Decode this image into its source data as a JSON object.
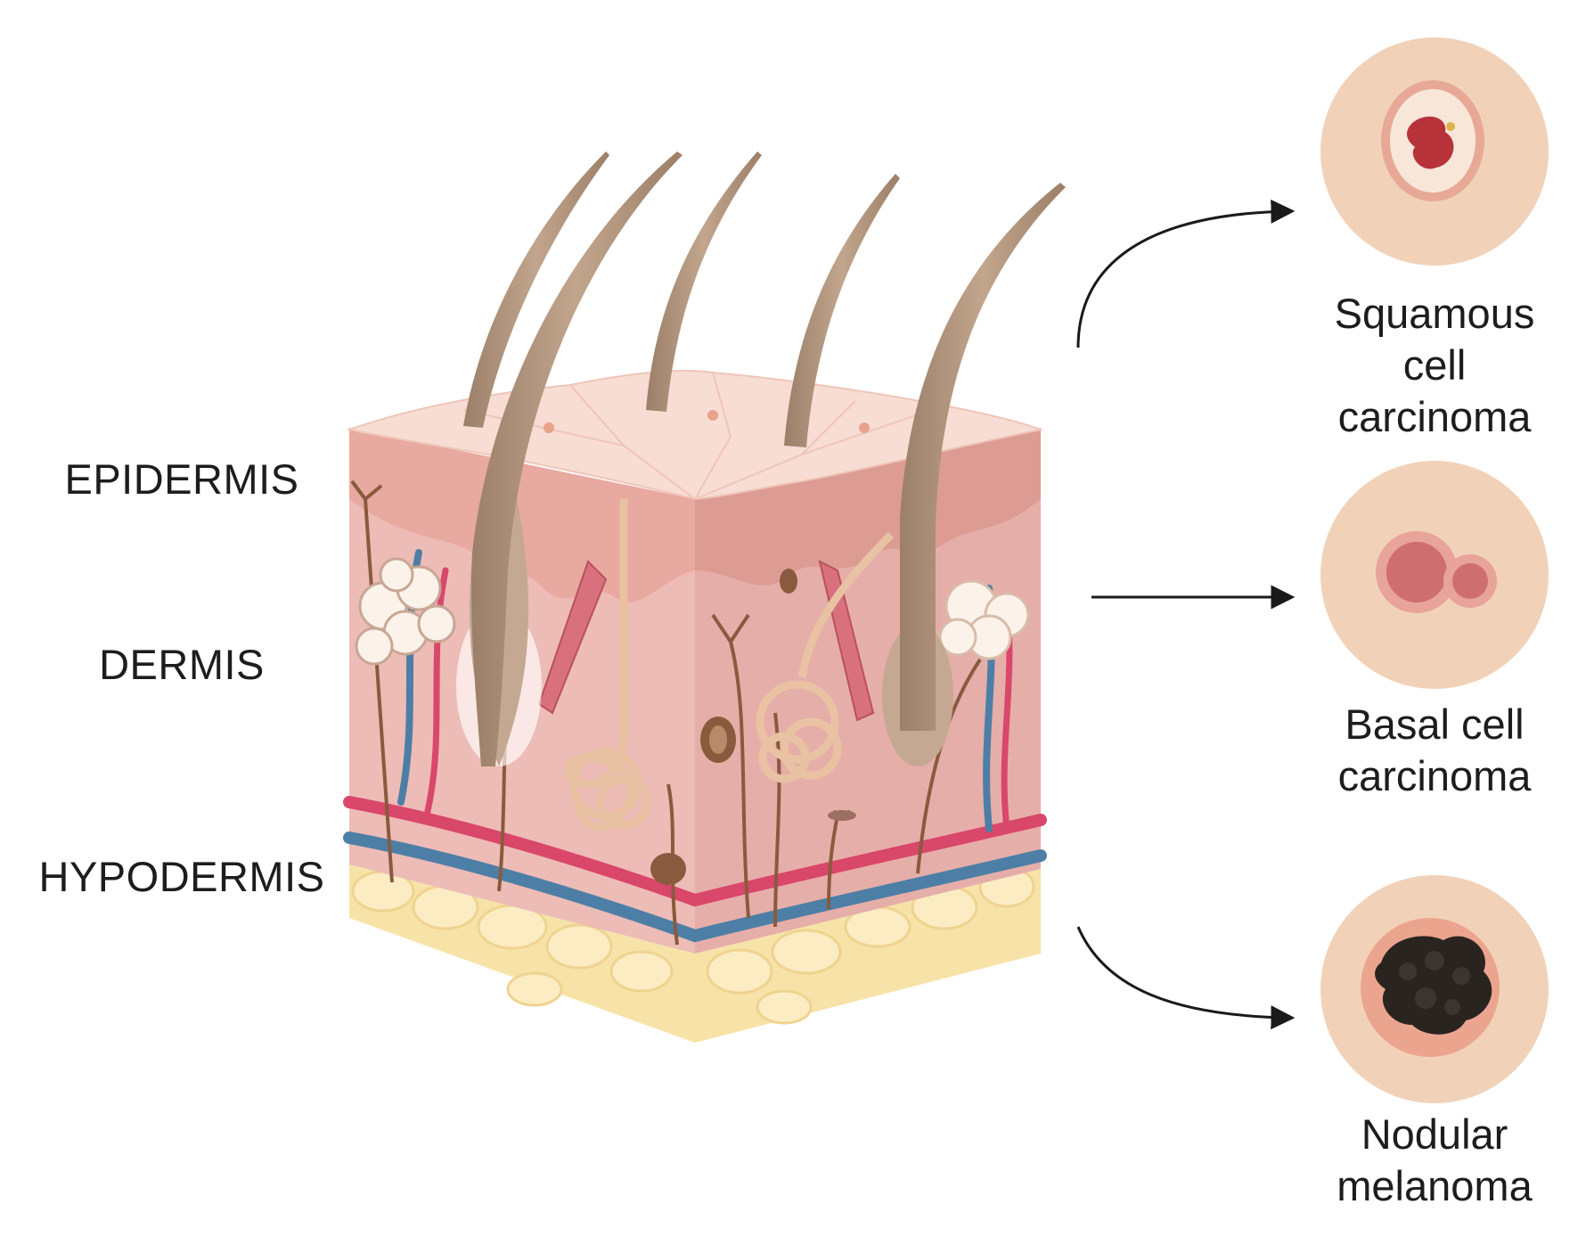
{
  "layers": [
    {
      "id": "epidermis",
      "label": "EPIDERMIS"
    },
    {
      "id": "dermis",
      "label": "DERMIS"
    },
    {
      "id": "hypodermis",
      "label": "HYPODERMIS"
    }
  ],
  "cancers": [
    {
      "id": "squamous",
      "lines": [
        "Squamous",
        "cell",
        "carcinoma"
      ]
    },
    {
      "id": "basal",
      "lines": [
        "Basal cell",
        "carcinoma"
      ]
    },
    {
      "id": "melanoma",
      "lines": [
        "Nodular",
        "melanoma"
      ]
    }
  ],
  "colors": {
    "skin_top": "#f8ddd4",
    "epidermis_side": "#f2c9c0",
    "dermis": "#edbcb6",
    "hypodermis": "#f7e3a8",
    "hair": "#b79a82",
    "vein": "#4d7fa6",
    "artery": "#d9476a",
    "lesion_bg": "#f1d2b9",
    "melanoma": "#2a2420"
  }
}
